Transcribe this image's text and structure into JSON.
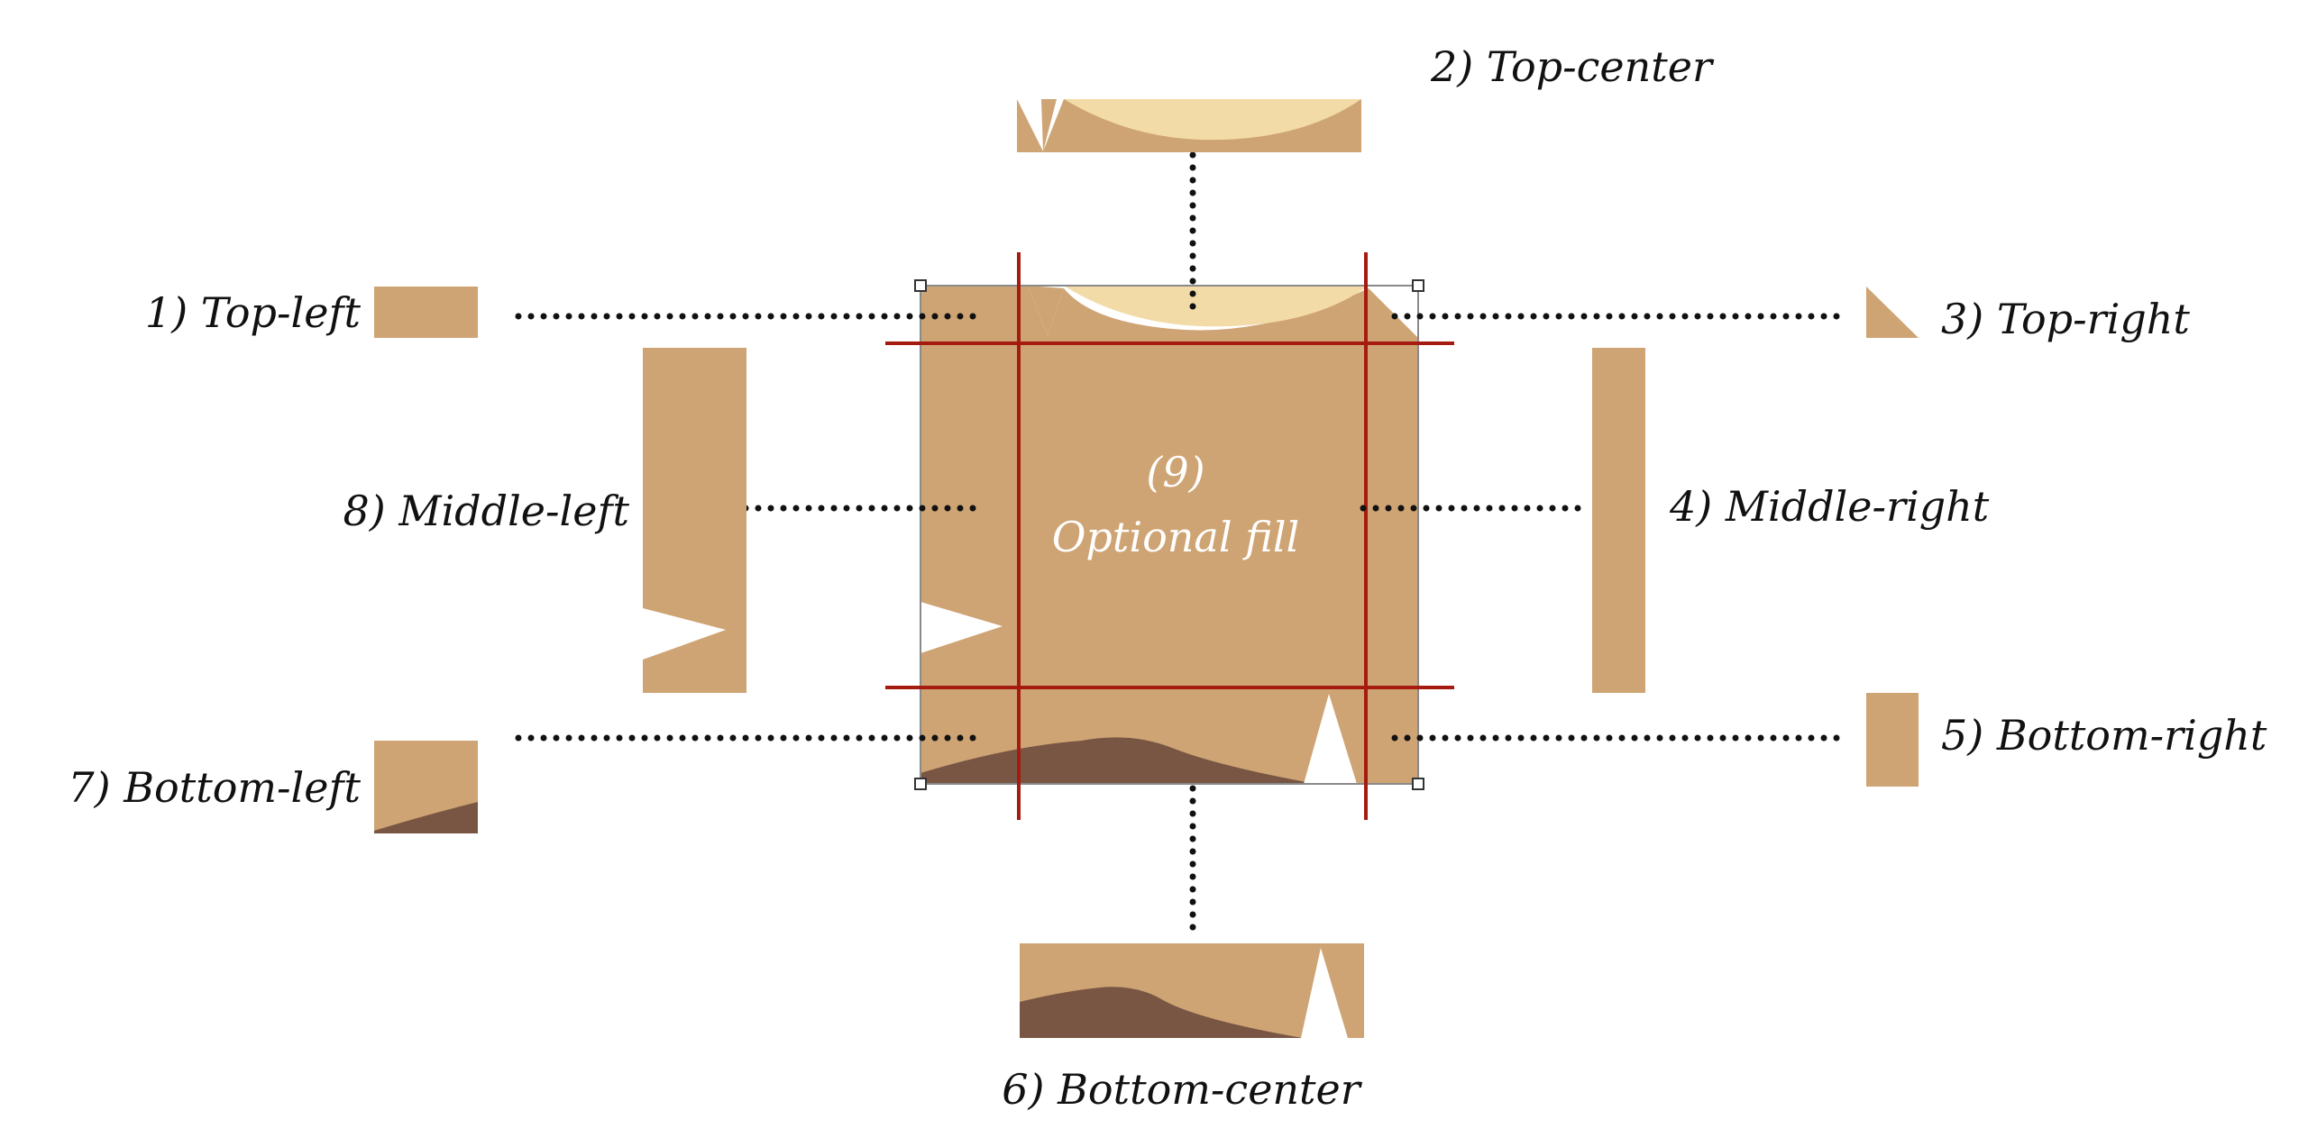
{
  "labels": {
    "top_left": "1) Top-left",
    "top_center": "2) Top-center",
    "top_right": "3) Top-right",
    "middle_right": "4) Middle-right",
    "bottom_right": "5) Bottom-right",
    "bottom_center": "6) Bottom-center",
    "bottom_left": "7) Bottom-left",
    "middle_left": "8) Middle-left",
    "fill_number": "(9)",
    "fill_text": "Optional fill"
  },
  "colors": {
    "tan": "#cfa474",
    "cream": "#f2dba7",
    "brown": "#795644",
    "guide_red": "#a51b0f",
    "dotted_line": "#111111"
  }
}
